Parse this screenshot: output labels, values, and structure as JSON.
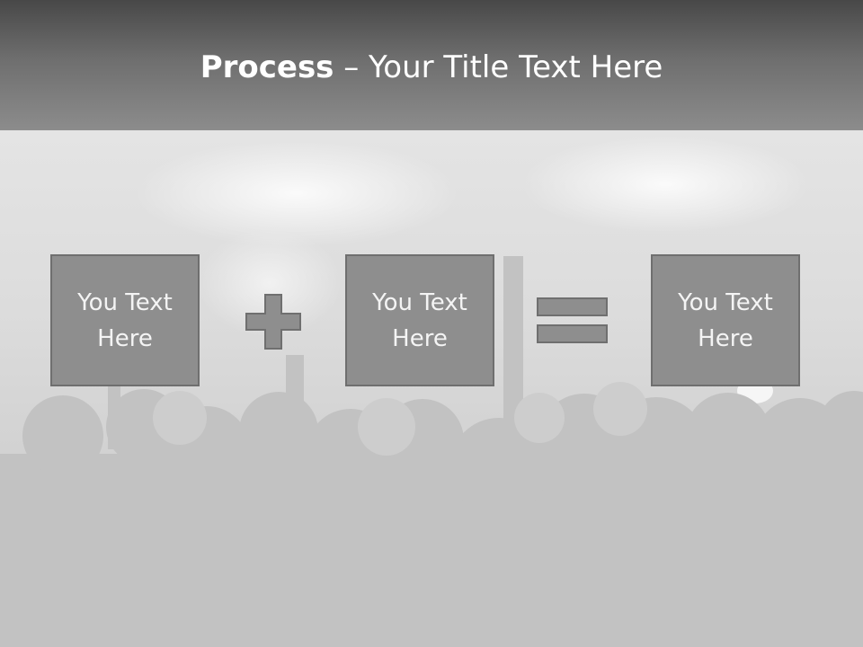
{
  "title": {
    "bold": "Process",
    "rest": " – Your Title Text Here"
  },
  "boxes": [
    {
      "text": "You Text Here"
    },
    {
      "text": "You Text Here"
    },
    {
      "text": "You Text Here"
    }
  ],
  "operators": {
    "first": "plus-icon",
    "second": "equals-icon"
  },
  "colors": {
    "box_fill": "#8e8e8e",
    "box_border": "#6f6f6f",
    "title_text": "#ffffff"
  }
}
